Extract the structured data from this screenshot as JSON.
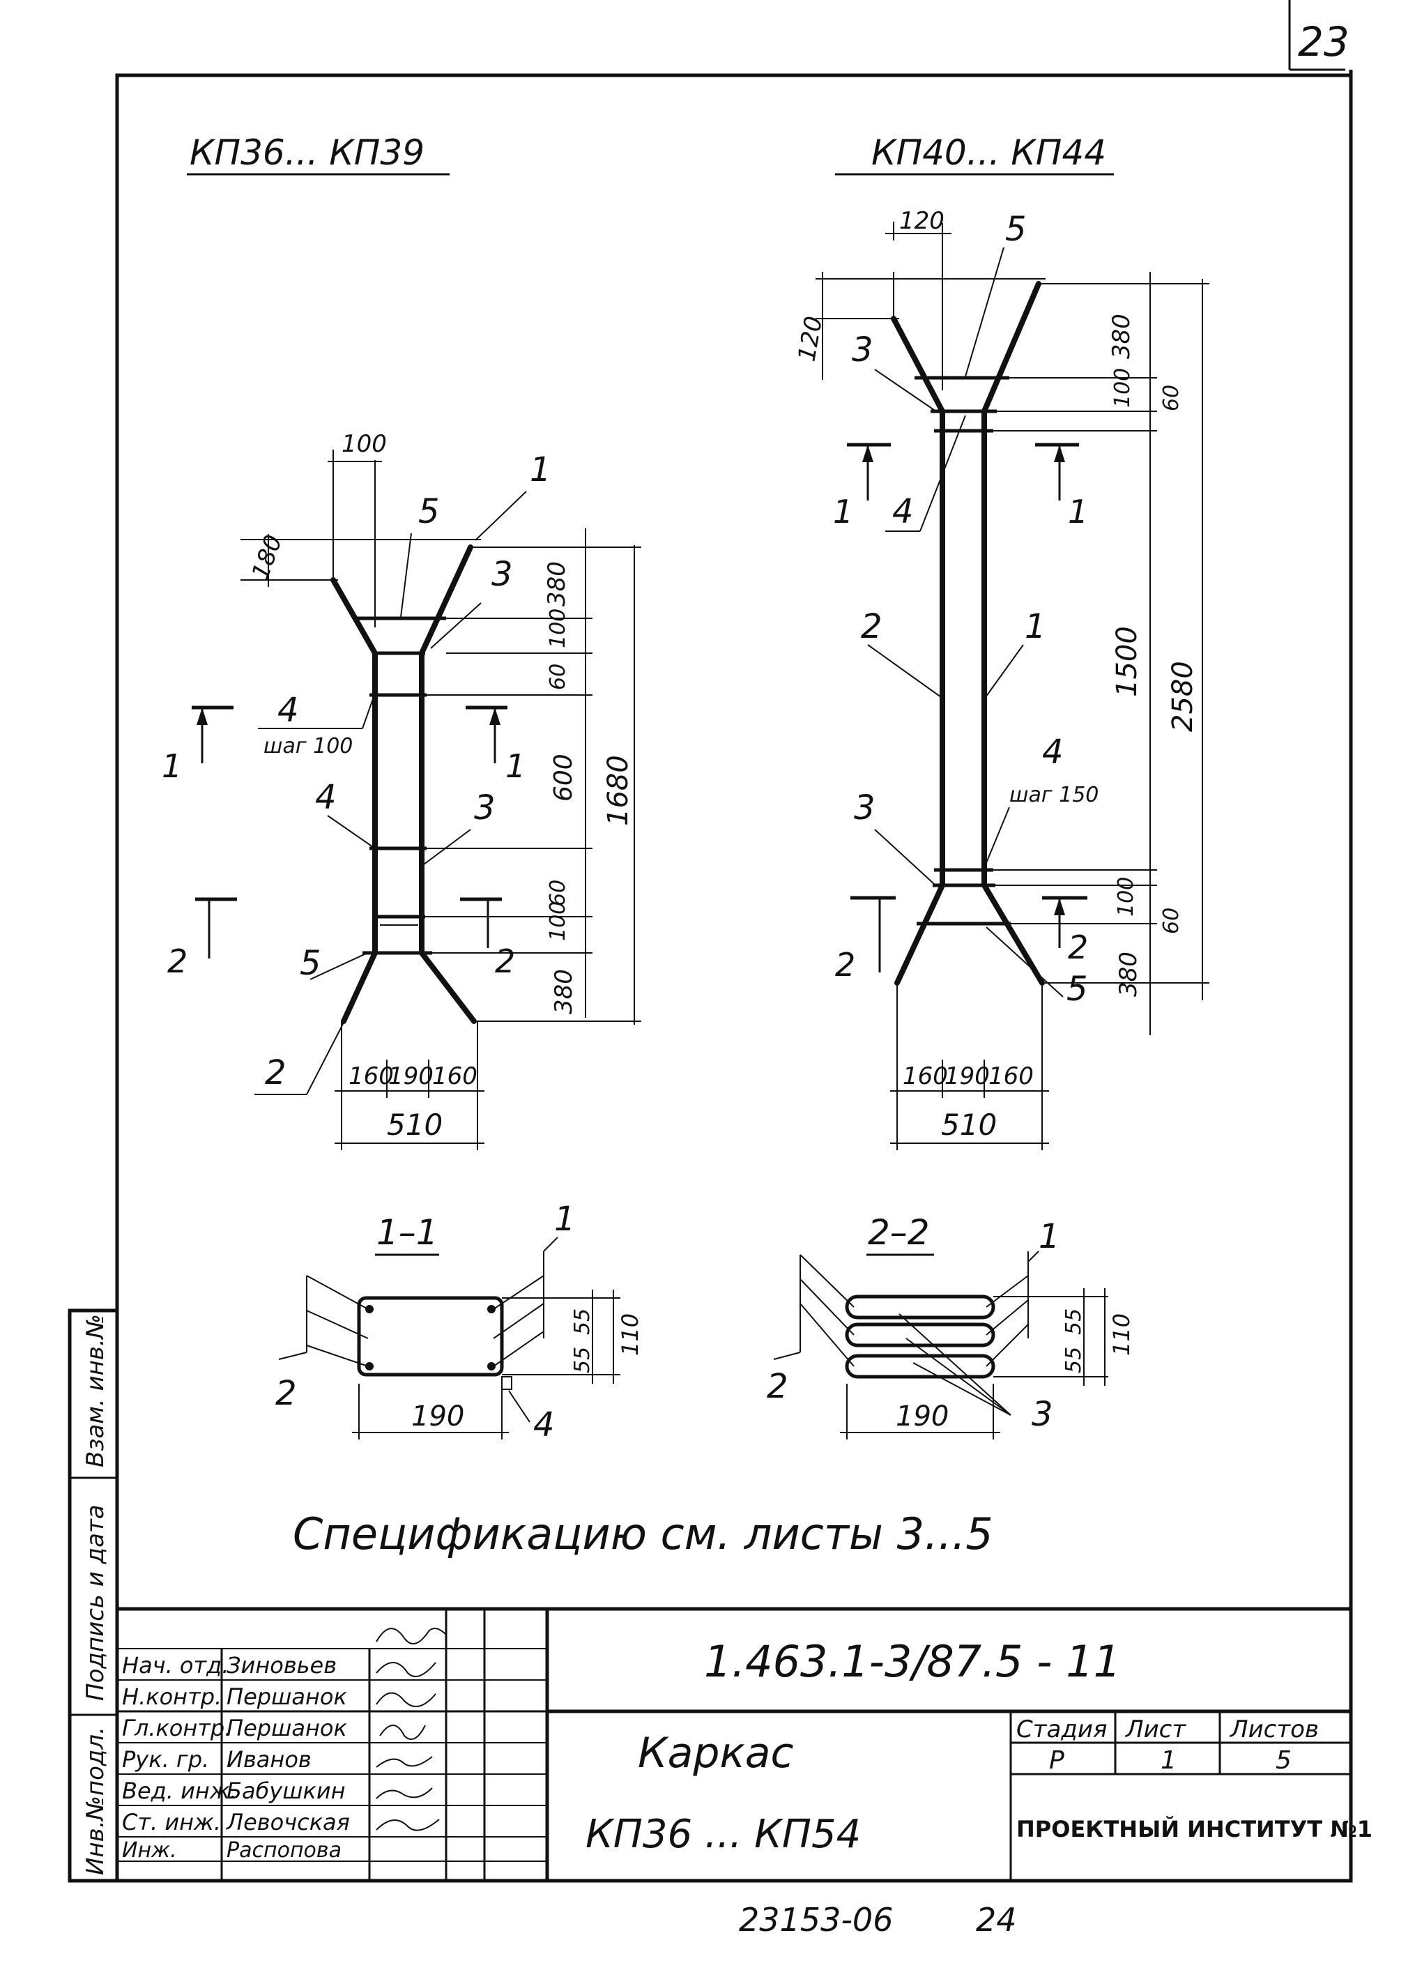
{
  "sheet": {
    "page_number": "23",
    "footer_code": "23153-06",
    "footer_num": "24"
  },
  "views": {
    "left_title": "КП36... КП39",
    "right_title": "КП40... КП44",
    "section1_title": "1–1",
    "section2_title": "2–2"
  },
  "left": {
    "callouts": [
      "1",
      "5",
      "3",
      "4",
      "шаг 100",
      "4",
      "3",
      "5",
      "2"
    ],
    "dims_top": [
      "100",
      "180"
    ],
    "dims_right": [
      "380",
      "100",
      "60",
      "600",
      "60",
      "100",
      "380",
      "1680"
    ],
    "dims_bottom": [
      "160",
      "190",
      "160",
      "510"
    ],
    "section_marks": [
      "1",
      "1",
      "2",
      "2"
    ]
  },
  "right": {
    "callouts": [
      "5",
      "3",
      "4",
      "2",
      "1",
      "4",
      "шаг 150",
      "3",
      "5"
    ],
    "dims_top": [
      "120",
      "120"
    ],
    "dims_right": [
      "380",
      "100",
      "60",
      "1500",
      "2580",
      "100",
      "60",
      "380"
    ],
    "dims_bottom": [
      "160",
      "190",
      "160",
      "510"
    ],
    "section_marks": [
      "1",
      "1",
      "2",
      "2"
    ]
  },
  "section1": {
    "callouts": [
      "1",
      "2",
      "4"
    ],
    "dims": [
      "55",
      "55",
      "110",
      "190"
    ]
  },
  "section2": {
    "callouts": [
      "1",
      "2",
      "3"
    ],
    "dims": [
      "55",
      "55",
      "110",
      "190"
    ]
  },
  "note": "Спецификацию см. листы 3...5",
  "side_stamp": [
    "Инв.№подл.",
    "Подпись и дата",
    "Взам. инв.№"
  ],
  "title_block": {
    "document_code": "1.463.1-3/87.5 - 11",
    "name_line1": "Каркас",
    "name_line2": "КП36 ... КП54",
    "stage_label": "Стадия",
    "sheet_label": "Лист",
    "sheets_label": "Листов",
    "stage": "Р",
    "sheet": "1",
    "sheets": "5",
    "organization": "ПРОЕКТНЫЙ ИНСТИТУТ №1",
    "signatures": [
      {
        "role": "Нач. отд.",
        "name": "Зиновьев"
      },
      {
        "role": "Н.контр.",
        "name": "Першанок"
      },
      {
        "role": "Гл.контр.",
        "name": "Першанок"
      },
      {
        "role": "Рук. гр.",
        "name": "Иванов"
      },
      {
        "role": "Вед. инж.",
        "name": "Бабушкин"
      },
      {
        "role": "Ст. инж.",
        "name": "Левочская"
      },
      {
        "role": "Инж.",
        "name": "Распопова"
      }
    ]
  }
}
